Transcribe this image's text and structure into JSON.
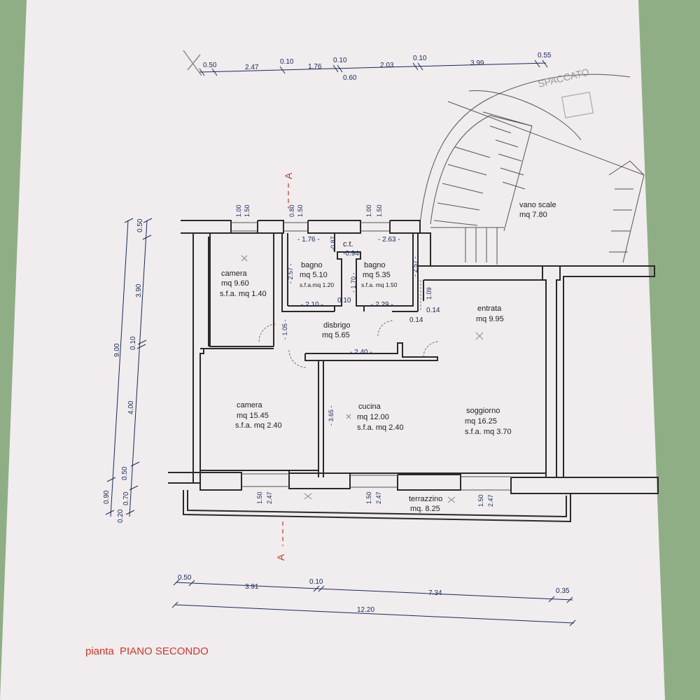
{
  "colors": {
    "sheet": "#f1ecee",
    "background": "#8fae86",
    "wall": "#2a2a2a",
    "dimension": "#1a2a5a",
    "section_mark": "#c0392b",
    "title": "#d9322a"
  },
  "title": {
    "prefix": "pianta",
    "main": "PIANO SECONDO"
  },
  "section_marks": {
    "top": "A",
    "bottom": "A"
  },
  "top_dims": {
    "d1": "0.50",
    "d2": "2.47",
    "d3": "0.10",
    "d4": "1.76",
    "d5": "0.10",
    "d6": "0.60",
    "d7": "2.03",
    "d8": "0.10",
    "d9": "3.99",
    "d10": "0.55"
  },
  "bottom_dims": {
    "d1": "0.50",
    "d2": "3.91",
    "d3": "0.10",
    "d4": "7.34",
    "d5": "0.35",
    "total": "12.20"
  },
  "left_dims": {
    "total": "9.00",
    "d1": "0.50",
    "d2": "3.90",
    "d3": "0.10",
    "d4": "4.00",
    "d5": "0.50",
    "d6": "0.90",
    "d7": "0.70",
    "d8": "0.20"
  },
  "windows": {
    "w1a": "1.00",
    "w1b": "1.50",
    "w2a": "0.80",
    "w2b": "1.50",
    "w3a": "1.00",
    "w3b": "1.50",
    "w4a": "1.50",
    "w4b": "2.47",
    "w5a": "1.50",
    "w5b": "2.47",
    "w6a": "1.50",
    "w6b": "2.47"
  },
  "internal_dims": {
    "i1": "- 1.76 -",
    "i2": "-0.87",
    "i3": "-0.94-",
    "i4": "- 2.63 -",
    "i5": "- 2.57 -",
    "i6": "- 1.70 -",
    "i7": "- 2.57 -",
    "i8": "- 2.10 -",
    "i9": "0.10",
    "i10": "- 2.29 -",
    "i11": "1.09",
    "i12": "0.14",
    "i13": "0.14",
    "i14": "- 1.05 -",
    "i15": "- 2.40 -",
    "i16": "- 3.65 -"
  },
  "rooms": {
    "camera1": {
      "name": "camera",
      "area": "mq 9.60",
      "sfa": "s.f.a. mq 1.40"
    },
    "bagno1": {
      "name": "bagno",
      "area": "mq 5.10",
      "sfa": "s.f.a.mq 1.20"
    },
    "ct": {
      "name": "c.t."
    },
    "bagno2": {
      "name": "bagno",
      "area": "mq 5.35",
      "sfa": "s.f.a. mq 1.50"
    },
    "disbrigo": {
      "name": "disbrigo",
      "area": "mq 5.65"
    },
    "entrata": {
      "name": "entrata",
      "area": "mq 9.95"
    },
    "vano": {
      "name": "vano scale",
      "area": "mq 7.80"
    },
    "camera2": {
      "name": "camera",
      "area": "mq 15.45",
      "sfa": "s.f.a. mq 2.40"
    },
    "cucina": {
      "name": "cucina",
      "area": "mq 12.00",
      "sfa": "s.f.a. mq 2.40"
    },
    "soggiorno": {
      "name": "soggiorno",
      "area": "mq 16.25",
      "sfa": "s.f.a. mq 3.70"
    },
    "terrazzino": {
      "name": "terrazzino",
      "area": "mq. 8.25"
    }
  },
  "sketch_note": "SPACCATO"
}
